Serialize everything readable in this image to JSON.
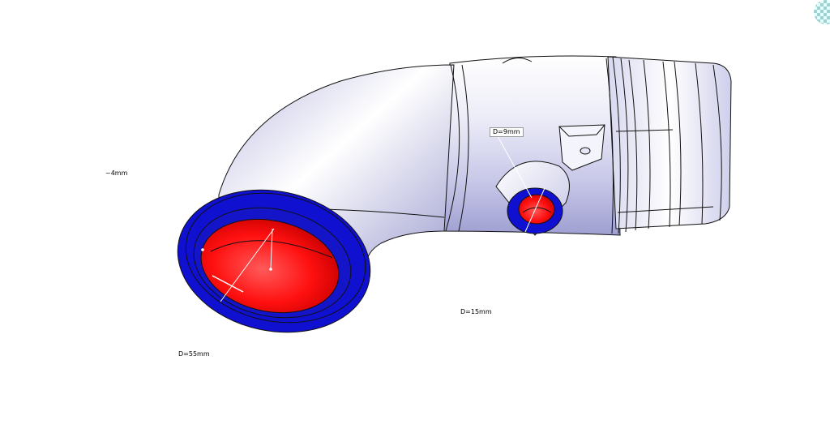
{
  "dimensions": {
    "wall": "~4mm",
    "inlet_diameter": "D=55mm",
    "port_outer_diameter": "D=15mm",
    "port_inner_diameter": "D=9mm"
  },
  "colors": {
    "background": "#ffffff",
    "body_light": "#f2f2fb",
    "body_mid": "#c9c9ea",
    "body_dark": "#a6a6d6",
    "flange_blue": "#1010d0",
    "bore_red": "#ff1010",
    "edge_black": "#111111"
  },
  "icons": {
    "view_compass": "compass-icon"
  }
}
